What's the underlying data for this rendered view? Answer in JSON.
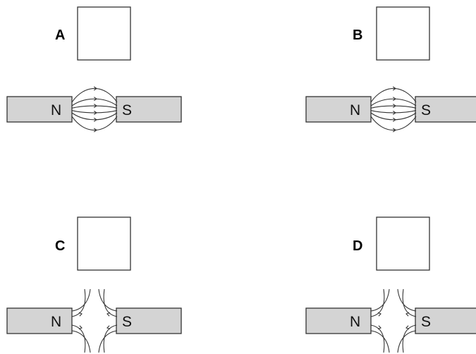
{
  "colors": {
    "magnet_fill": "#d4d4d4",
    "stroke": "#333333",
    "background": "#ffffff"
  },
  "options": [
    {
      "label": "A",
      "north": "N",
      "south": "S",
      "field": "attract"
    },
    {
      "label": "B",
      "north": "N",
      "south": "S",
      "field": "attract"
    },
    {
      "label": "C",
      "north": "N",
      "south": "S",
      "field": "repel"
    },
    {
      "label": "D",
      "north": "N",
      "south": "S",
      "field": "repel"
    }
  ]
}
